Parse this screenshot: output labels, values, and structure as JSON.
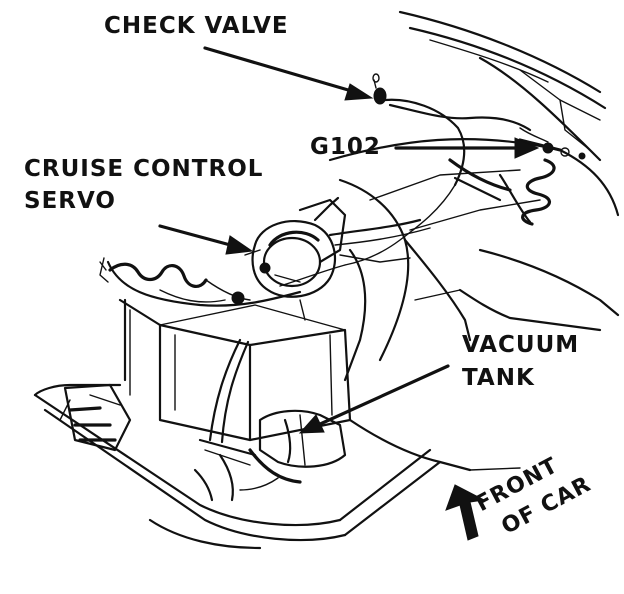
{
  "labels": {
    "check_valve": "CHECK VALVE",
    "g102": "G102",
    "cruise_line1": "CRUISE CONTROL",
    "cruise_line2": "SERVO",
    "vacuum_line1": "VACUUM",
    "vacuum_line2": "TANK",
    "front_line1": "FRONT",
    "front_line2": "OF CAR"
  },
  "colors": {
    "ink": "#111111",
    "paper": "#ffffff"
  }
}
